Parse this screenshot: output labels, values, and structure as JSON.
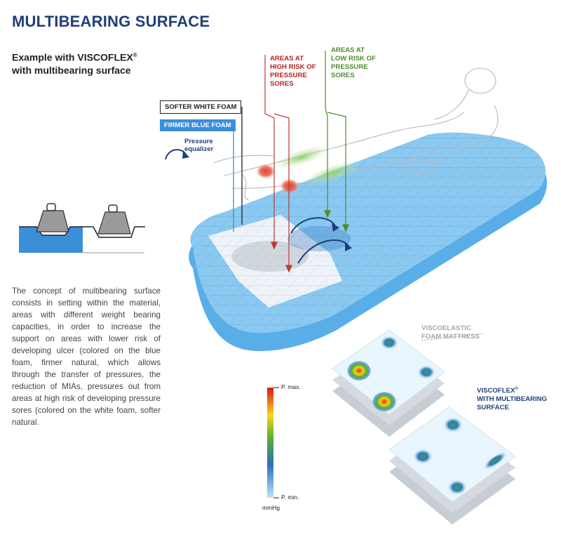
{
  "header": {
    "title": "MULTIBEARING SURFACE",
    "subtitle_line1": "Example with VISCOFLEX",
    "subtitle_reg": "®",
    "subtitle_line2": "with multibearing surface"
  },
  "description": "The concept of multibearing surface consists in setting within the material, areas with different weight bearing capacities, in order to increase the support on areas with lower risk of developing ulcer (colored on the blue foam, firmer natural, which allows through the transfer of pressures, the reduction of MIAs, pressures out from areas at high risk of developing pressure sores (colored on the white foam, softer natural.",
  "legend": {
    "softer": "SOFTER WHITE FOAM",
    "firmer": "FIRMER BLUE FOAM",
    "equalizer_line1": "Pressure",
    "equalizer_line2": "equalizer"
  },
  "callouts": {
    "high_risk": [
      "AREAS AT",
      "HIGH RISK OF",
      "PRESSURE",
      "SORES"
    ],
    "low_risk": [
      "AREAS AT",
      "LOW RISK OF",
      "PRESSURE",
      "SORES"
    ]
  },
  "maps": {
    "viscoelastic": [
      "VISCOELASTIC",
      "FOAM MATTRESS"
    ],
    "viscoflex_line1": "VISCOFLEX",
    "viscoflex_reg": "®",
    "viscoflex_line2": "WITH MULTIBEARING",
    "viscoflex_line3": "SURFACE"
  },
  "scale": {
    "max": "P. max.",
    "min": "P. min.",
    "unit": "mmHg"
  },
  "colors": {
    "title": "#1f3f7a",
    "mattress_blue": "#8cc9f0",
    "mattress_edge": "#5aaee8",
    "firm_foam": "#3b8fd9",
    "high_risk": "#b5231f",
    "low_risk": "#4d8c2c"
  }
}
